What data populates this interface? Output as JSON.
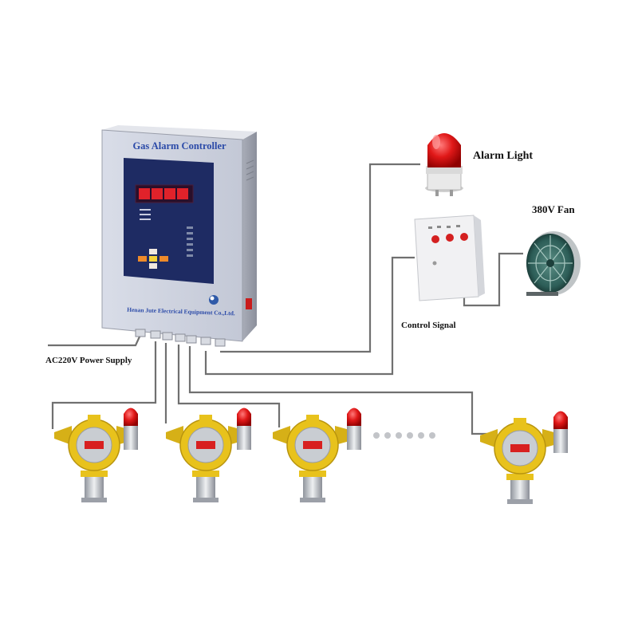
{
  "controller": {
    "title": "Gas Alarm Controller",
    "company": "Henan Jute Electrical Equipment Co.,Ltd."
  },
  "labels": {
    "alarm_light": "Alarm Light",
    "fan": "380V Fan",
    "control_signal": "Control Signal",
    "power_supply": "AC220V Power Supply"
  },
  "detectors": {
    "count_shown": 4,
    "continuation_dots": 6
  },
  "colors": {
    "wire": "#707070",
    "controller_panel": "#1e2b63",
    "display_red": "#e0222a",
    "detector_yellow": "#e8c21c",
    "alarm_red": "#d81e1e"
  }
}
